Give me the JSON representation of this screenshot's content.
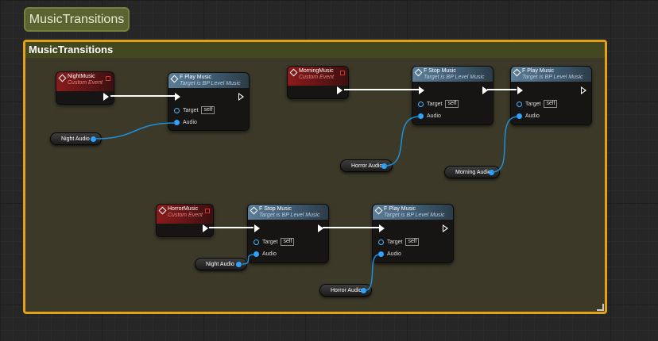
{
  "tab_title": "MusicTransitions",
  "comment": {
    "title": "MusicTransitions",
    "color": "#e2a116"
  },
  "labels": {
    "target": "Target",
    "self": "self",
    "audio": "Audio"
  },
  "events": [
    {
      "id": "night",
      "title": "NightMusic",
      "subtitle": "Custom Event"
    },
    {
      "id": "morning",
      "title": "MorningMusic",
      "subtitle": "Custom Event"
    },
    {
      "id": "horror",
      "title": "HorrorMusic",
      "subtitle": "Custom Event"
    }
  ],
  "functions": [
    {
      "id": "f1",
      "title": "F Play Music",
      "subtitle": "Target is BP Level Music"
    },
    {
      "id": "f2",
      "title": "F Stop Music",
      "subtitle": "Target is BP Level Music"
    },
    {
      "id": "f3",
      "title": "F Play Music",
      "subtitle": "Target is BP Level Music"
    },
    {
      "id": "f4",
      "title": "F Stop Music",
      "subtitle": "Target is BP Level Music"
    },
    {
      "id": "f5",
      "title": "F Play Music",
      "subtitle": "Target is BP Level Music"
    }
  ],
  "variables": [
    {
      "id": "v1",
      "label": "Night Audio"
    },
    {
      "id": "v2",
      "label": "Horror Audio"
    },
    {
      "id": "v3",
      "label": "Morning Audio"
    },
    {
      "id": "v4",
      "label": "Night Audio"
    },
    {
      "id": "v5",
      "label": "Horror Audio"
    }
  ],
  "colors": {
    "exec_wire": "#ffffff",
    "data_wire": "#1e8fd8",
    "event_header": "#8a1b1b",
    "function_header": "#4f6d84"
  }
}
